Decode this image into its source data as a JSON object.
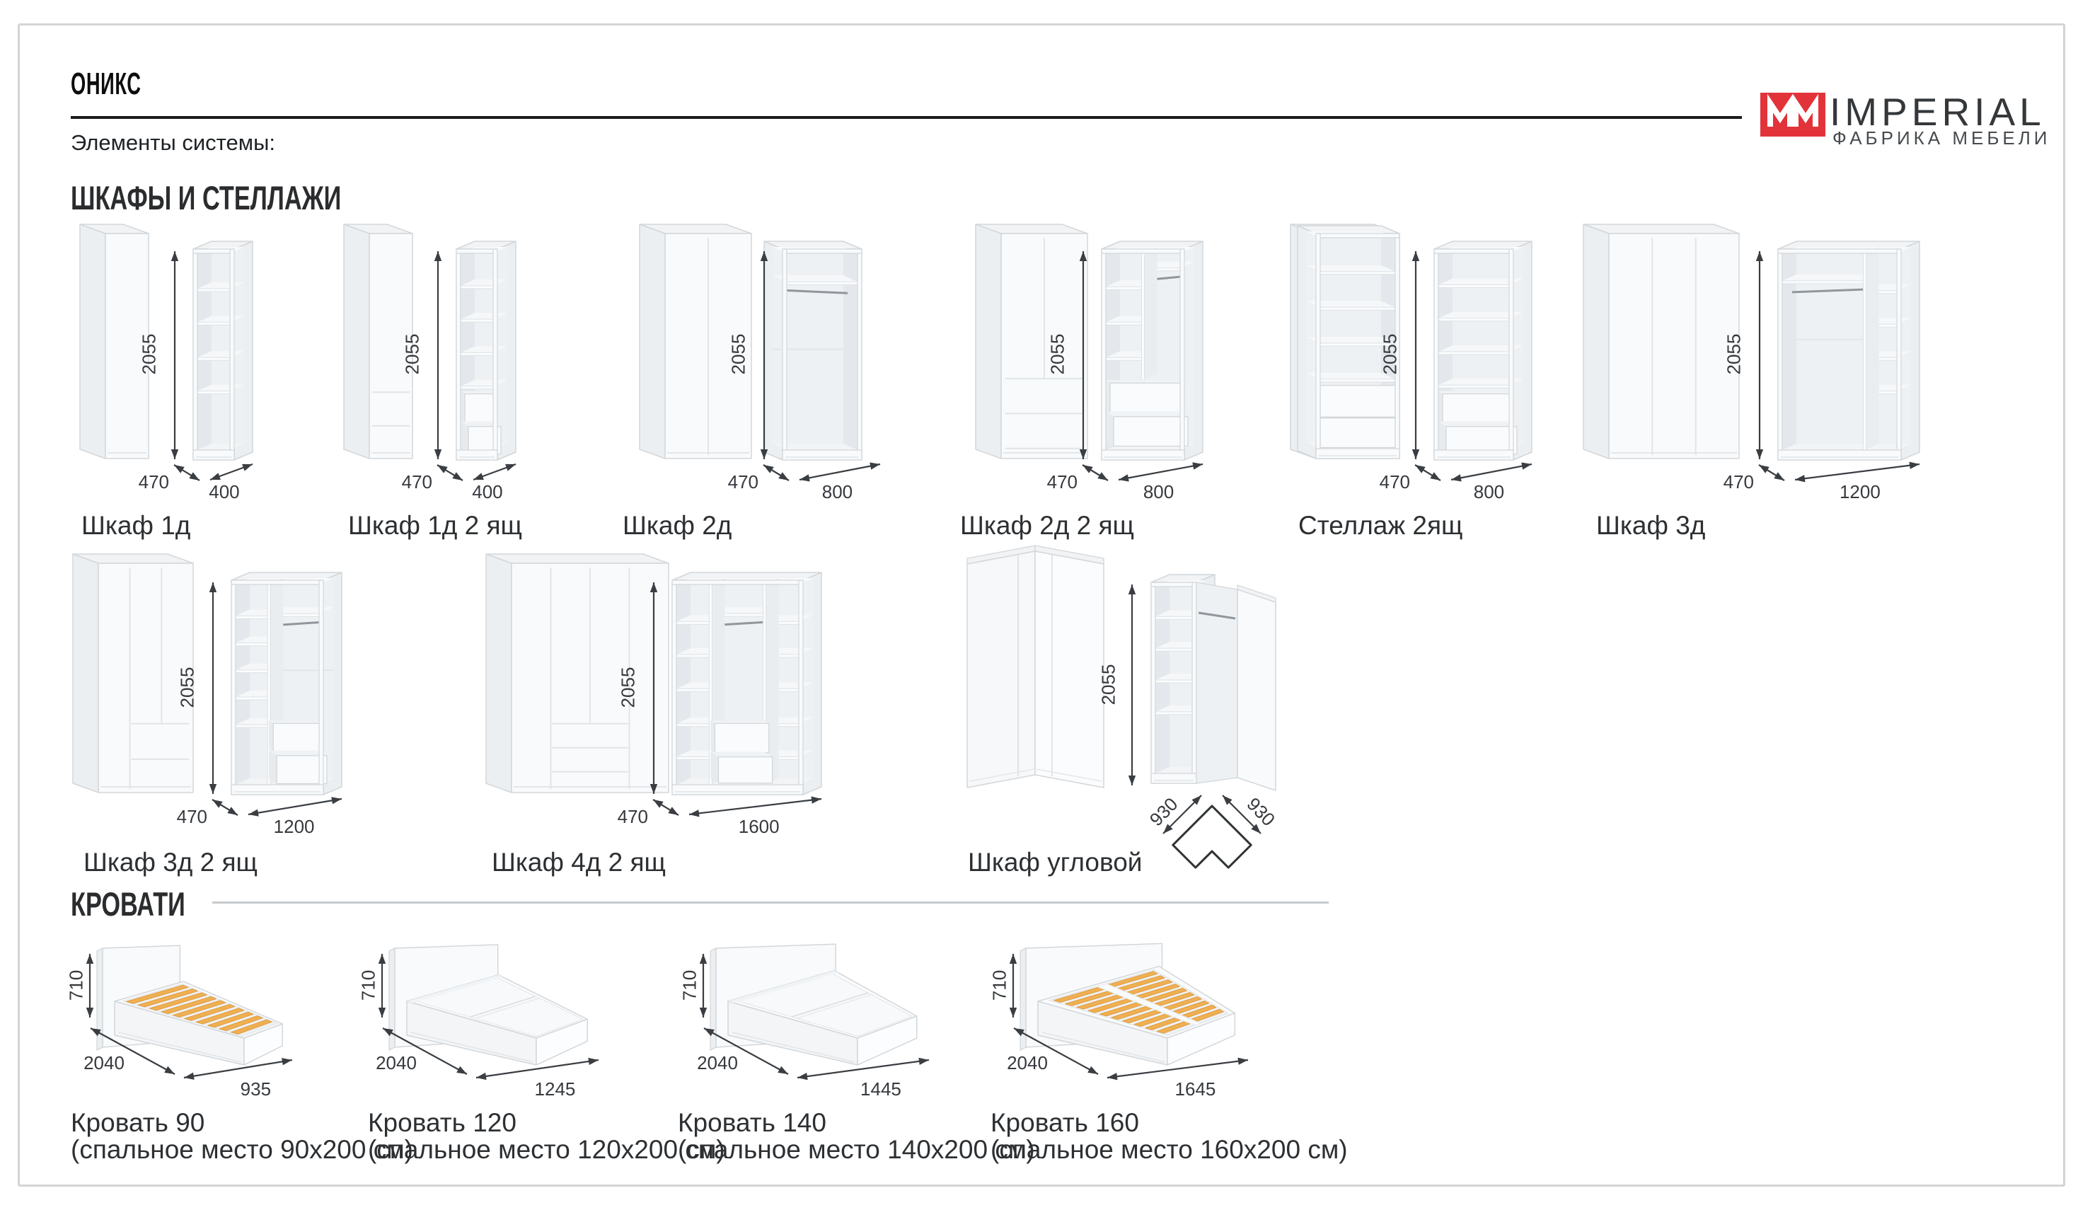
{
  "page": {
    "title": "ОНИКС",
    "subtitle": "Элементы системы:"
  },
  "logo": {
    "brand": "IMPERIAL",
    "tagline": "ФАБРИКА МЕБЕЛИ",
    "accent": "#e2333a"
  },
  "sections": [
    {
      "heading": "ШКАФЫ И СТЕЛЛАЖИ",
      "items": [
        {
          "label": "Шкаф 1д",
          "height": "2055",
          "depth": "470",
          "width": "400"
        },
        {
          "label": "Шкаф 1д 2 ящ",
          "height": "2055",
          "depth": "470",
          "width": "400"
        },
        {
          "label": "Шкаф 2д",
          "height": "2055",
          "depth": "470",
          "width": "800"
        },
        {
          "label": "Шкаф 2д 2 ящ",
          "height": "2055",
          "depth": "470",
          "width": "800"
        },
        {
          "label": "Стеллаж 2ящ",
          "height": "2055",
          "depth": "470",
          "width": "800"
        },
        {
          "label": "Шкаф 3д",
          "height": "2055",
          "depth": "470",
          "width": "1200"
        },
        {
          "label": "Шкаф 3д 2 ящ",
          "height": "2055",
          "depth": "470",
          "width": "1200"
        },
        {
          "label": "Шкаф 4д 2 ящ",
          "height": "2055",
          "depth": "470",
          "width": "1600"
        },
        {
          "label": "Шкаф угловой",
          "height": "2055",
          "side_a": "930",
          "side_b": "930"
        }
      ]
    },
    {
      "heading": "КРОВАТИ",
      "items": [
        {
          "label": "Кровать 90",
          "sublabel": "(спальное место 90х200 см)",
          "height": "710",
          "length": "2040",
          "width": "935"
        },
        {
          "label": "Кровать 120",
          "sublabel": "(спальное место 120х200 см)",
          "height": "710",
          "length": "2040",
          "width": "1245"
        },
        {
          "label": "Кровать 140",
          "sublabel": "(спальное место 140х200 см)",
          "height": "710",
          "length": "2040",
          "width": "1445"
        },
        {
          "label": "Кровать 160",
          "sublabel": "(спальное место 160х200 см)",
          "height": "710",
          "length": "2040",
          "width": "1645"
        }
      ]
    }
  ]
}
